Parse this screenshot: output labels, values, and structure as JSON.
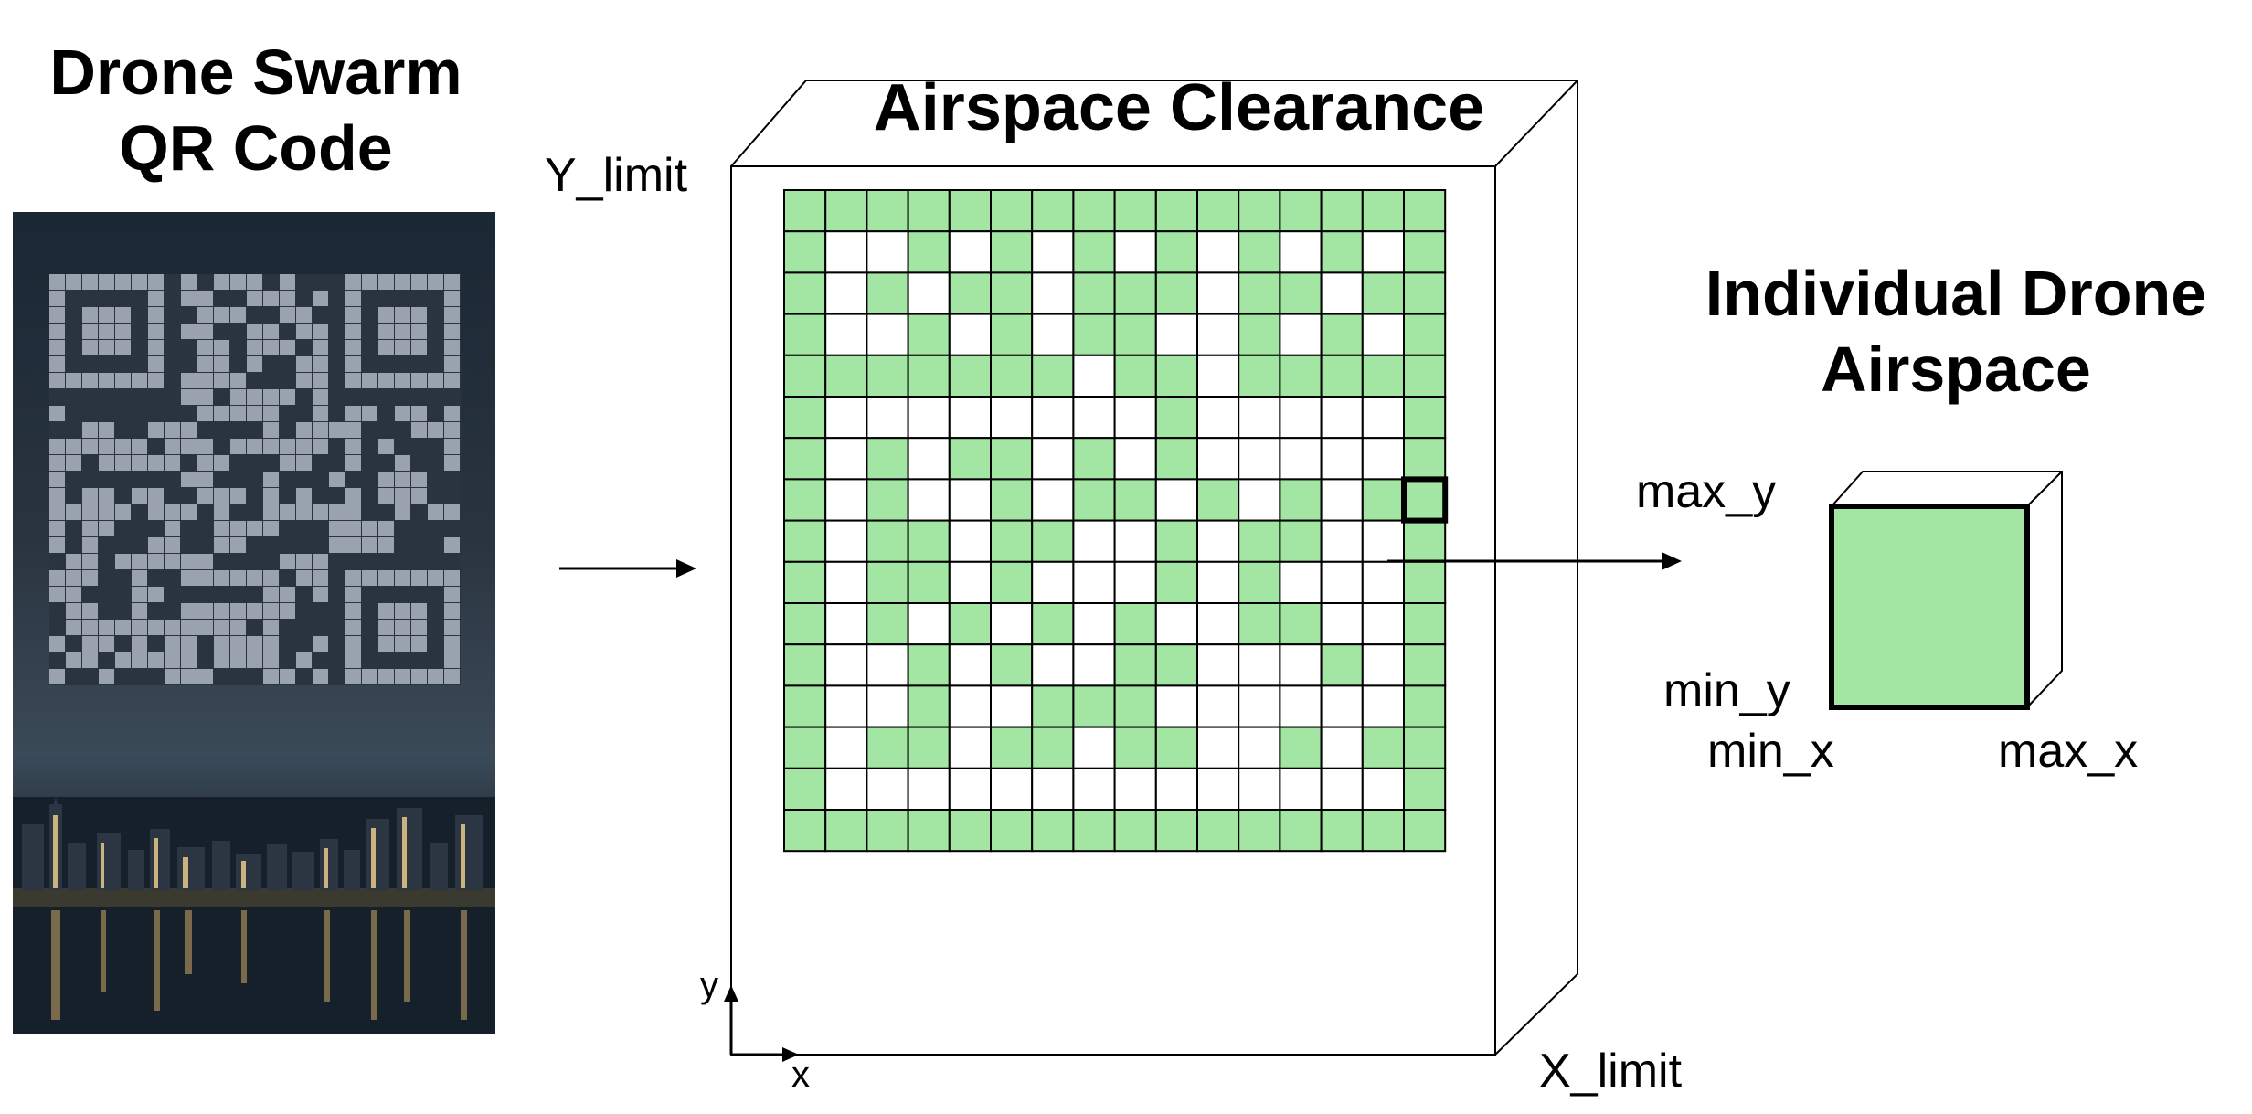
{
  "titles": {
    "qr_line1": "Drone Swarm",
    "qr_line2": "QR Code",
    "airspace": "Airspace Clearance",
    "drone_line1": "Individual Drone",
    "drone_line2": "Airspace"
  },
  "labels": {
    "y_limit": "Y_limit",
    "x_limit": "X_limit",
    "axis_y": "y",
    "axis_x": "x",
    "max_y": "max_y",
    "min_y": "min_y",
    "min_x": "min_x",
    "max_x": "max_x"
  },
  "colors": {
    "green": "#a3e6a3",
    "white": "#ffffff",
    "grid_line": "#000000",
    "qr_module": "#9aa3ad",
    "qr_background": "#2a3440"
  },
  "grid": {
    "rows": 16,
    "cols": 16,
    "selected_cell": [
      7,
      15
    ],
    "pattern": [
      "1111111111111111",
      "1001010101010101",
      "1010110111011011",
      "1001010110010101",
      "1111111011011111",
      "1000000001000001",
      "1010110101000001",
      "1010010110101011",
      "1011011001011001",
      "1011010001010001",
      "1010101010011001",
      "1001010011000101",
      "1001001110000001",
      "1011011011001011",
      "1000000000000001",
      "1111111111111111"
    ]
  }
}
